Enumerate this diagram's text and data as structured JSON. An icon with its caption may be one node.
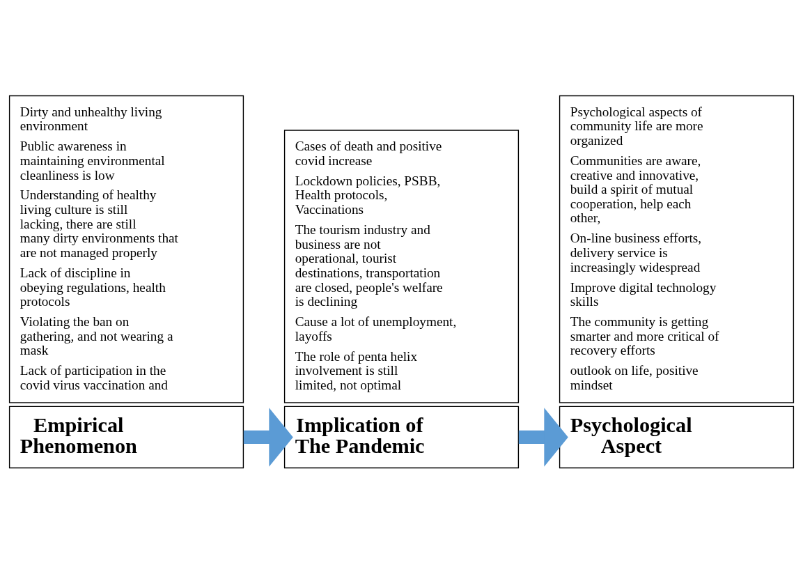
{
  "diagram": {
    "nodes": [
      {
        "text": [
          "Empirical Phenomenon"
        ]
      },
      {
        "text": [
          "Dirty and unhealthy living environment",
          "Public awareness in maintaining environmental cleanliness is low",
          "Understanding of healthy living culture is still lacking, there are still many dirty environments that are not managed properly",
          "Lack of discipline in obeying regulations, health protocols",
          "Violating the ban on gathering, and not wearing a mask",
          "Lack of participation in the covid virus vaccination and"
        ]
      },
      {
        "text": [
          "Implication of The Pandemic"
        ]
      },
      {
        "text": [
          "Cases of death and positive covid increase",
          "Lockdown policies, PSBB, Health protocols, Vaccinations",
          "The tourism industry and business are not operational, tourist destinations, transportation are closed, people's welfare is declining",
          "Cause a lot of unemployment, layoffs",
          "The role of penta helix involvement is still limited, not optimal"
        ]
      },
      {
        "text": [
          "Psychological Aspect"
        ]
      },
      {
        "text": [
          "Psychological aspects of community life are more organized",
          "Communities are aware, creative and innovative, build a spirit of mutual cooperation, help each other,",
          "On-line business efforts, delivery service is increasingly widespread",
          "Improve digital technology skills",
          "The community is getting smarter and more critical of recovery efforts",
          "outlook on life, positive mindset"
        ]
      }
    ],
    "edges": [
      {
        "from": 0,
        "to": 2,
        "arrow": "to"
      },
      {
        "from": 2,
        "to": 4,
        "arrow": "to"
      }
    ]
  }
}
